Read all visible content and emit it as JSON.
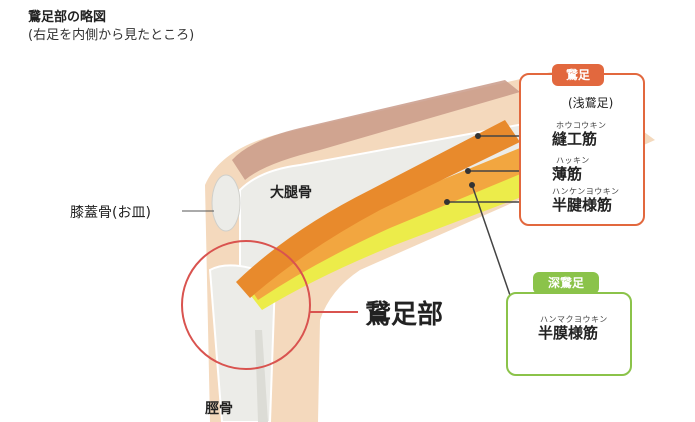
{
  "header": {
    "title": "鵞足部の略図",
    "subtitle": "(右足を内側から見たところ)"
  },
  "bones": {
    "femur": "大腿骨",
    "patella": "膝蓋骨(お皿)",
    "tibia": "脛骨"
  },
  "focus": {
    "label": "鵞足部"
  },
  "pes_anserinus_box": {
    "tag": "鵞足",
    "sub": "(浅鵞足)",
    "muscles": [
      {
        "ruby": "ホウコウキン",
        "name": "縫工筋",
        "color": "#e88a2c"
      },
      {
        "ruby": "ハッキン",
        "name": "薄筋",
        "color": "#f2a640"
      },
      {
        "ruby": "ハンケンヨウキン",
        "name": "半腱様筋",
        "color": "#ecec4a"
      }
    ]
  },
  "deep_box": {
    "tag": "深鵞足",
    "muscle": {
      "ruby": "ハンマクヨウキン",
      "name": "半膜様筋"
    }
  },
  "colors": {
    "skin": "#f4d9bd",
    "bone": "#ecece8",
    "accent_orange": "#e2683e",
    "accent_green": "#8bc34a",
    "circle": "#d9534f"
  }
}
